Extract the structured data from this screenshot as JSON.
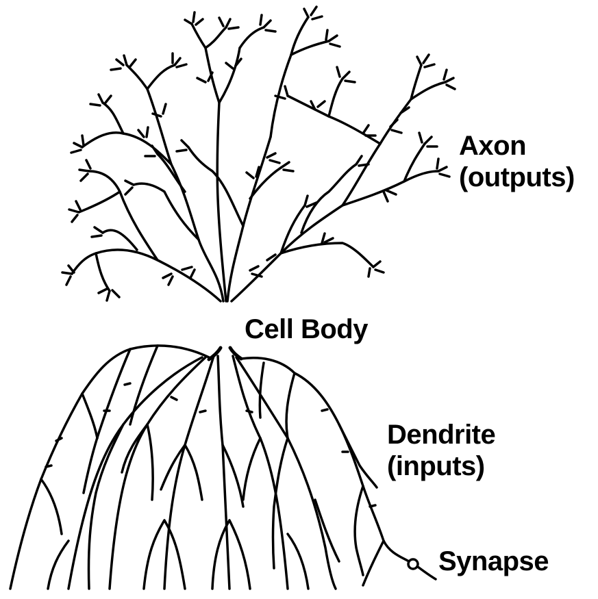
{
  "labels": {
    "axon": {
      "line1": "Axon",
      "line2": "(outputs)"
    },
    "cell_body": "Cell Body",
    "dendrite": {
      "line1": "Dendrite",
      "line2": "(inputs)"
    },
    "synapse": "Synapse"
  },
  "colors": {
    "ink": "#000000",
    "background": "#ffffff"
  }
}
